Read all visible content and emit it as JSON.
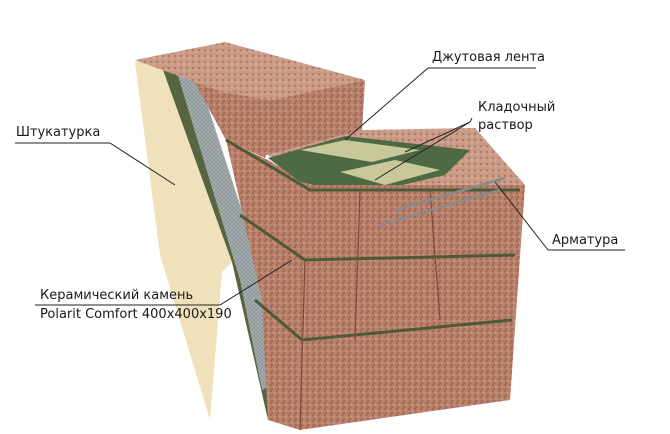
{
  "labels": {
    "jute_tape": "Джутовая лента",
    "mortar_line1": "Кладочный",
    "mortar_line2": "раствор",
    "plaster": "Штукатурка",
    "rebar": "Арматура",
    "stone_line1": "Керамический камень",
    "stone_line2": "Polarit Comfort 400x400x190"
  },
  "colors": {
    "brick": "#b9806a",
    "brick_dark": "#8f5a48",
    "brick_top": "#c99a85",
    "plaster": "#efe2bb",
    "mesh": "#7f8a8c",
    "jute": "#4d6a45",
    "mortar": "#c8c89a"
  }
}
